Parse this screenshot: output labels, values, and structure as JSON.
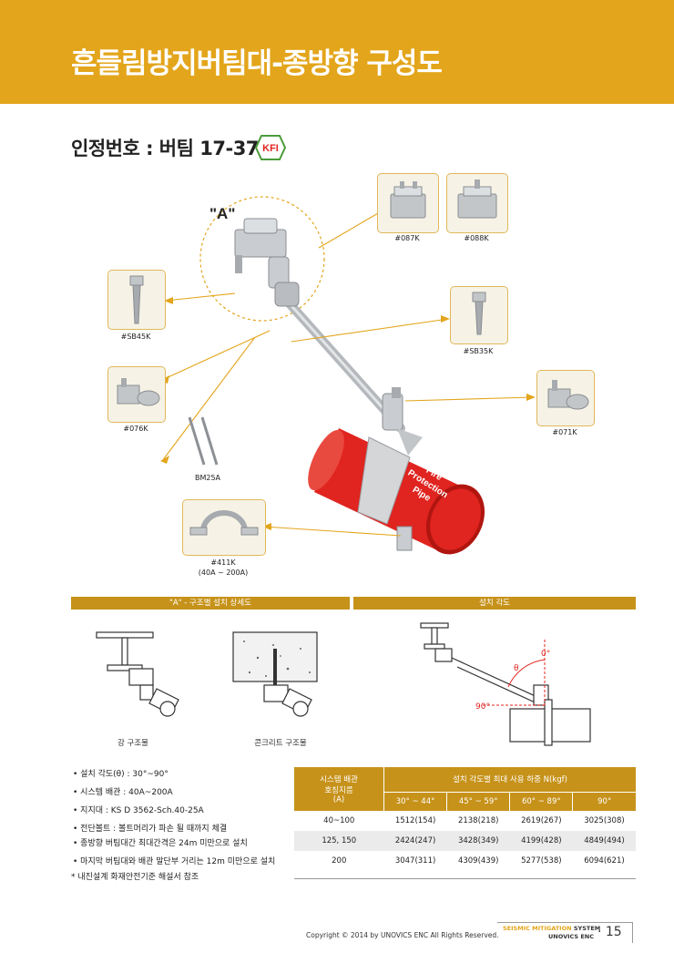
{
  "header": {
    "title": "흔들림방지버팀대-종방향 구성도"
  },
  "certification": {
    "label": "인정번호 : 버팀 17-37",
    "logo_text": "KFI"
  },
  "diagram": {
    "detail_marker": "\"A\"",
    "pipe_text": [
      "Fire",
      "Protection",
      "Pipe"
    ],
    "parts": [
      {
        "code": "#087K"
      },
      {
        "code": "#088K"
      },
      {
        "code": "#SB45K"
      },
      {
        "code": "#SB35K"
      },
      {
        "code": "#076K"
      },
      {
        "code": "#071K"
      },
      {
        "code": "BM25A"
      },
      {
        "code": "#411K",
        "sub": "(40A ~ 200A)"
      }
    ]
  },
  "detail_panels": {
    "left_title": "\"A\" - 구조별 설치 상세도",
    "right_title": "설치 각도",
    "steel_label": "강 구조물",
    "concrete_label": "콘크리트 구조물",
    "angle_theta": "θ",
    "angle_zero": "0°",
    "angle_ninety": "90°"
  },
  "specs": [
    "설치 각도(θ) : 30°~90°",
    "시스템 배관 : 40A~200A",
    "지지대 : KS D 3562-Sch.40-25A",
    "전단볼트 : 볼트머리가 파손 될 때까지 체결",
    "종방향 버팀대간 최대간격은 24m 미만으로 설치",
    "마지막 버팀대와 배관 말단부 거리는 12m 미만으로 설치"
  ],
  "note": "* 내진설계 화재안전기준 해설서 참조",
  "table": {
    "header_pipe": [
      "시스템 배관",
      "호칭지름",
      "(A)"
    ],
    "header_load": "설치 각도별 최대 사용 하중 N(kgf)",
    "angles": [
      "30° ~ 44°",
      "45° ~ 59°",
      "60° ~ 89°",
      "90°"
    ],
    "rows": [
      {
        "pipe": "40~100",
        "values": [
          "1512(154)",
          "2138(218)",
          "2619(267)",
          "3025(308)"
        ]
      },
      {
        "pipe": "125, 150",
        "values": [
          "2424(247)",
          "3428(349)",
          "4199(428)",
          "4849(494)"
        ]
      },
      {
        "pipe": "200",
        "values": [
          "3047(311)",
          "4309(439)",
          "5277(538)",
          "6094(621)"
        ]
      }
    ]
  },
  "footer": {
    "copyright": "Copyright © 2014 by UNOVICS ENC All Rights Reserved.",
    "brand_top": "SEISMIC MITIGATION",
    "brand_system": "SYSTEM",
    "brand_company": "UNOVICS ENC",
    "page_number": "· 15"
  },
  "colors": {
    "accent": "#e3a51b",
    "table_header": "#c6921a",
    "pipe_red": "#e0241f"
  }
}
